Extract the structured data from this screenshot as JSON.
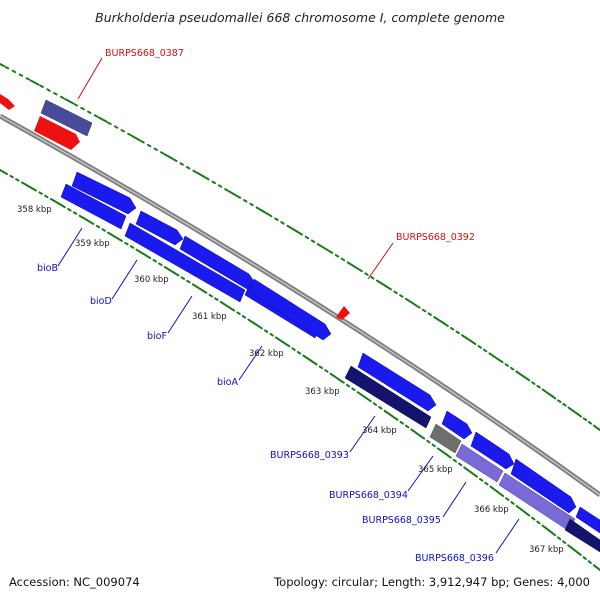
{
  "title": "Burkholderia pseudomallei 668 chromosome I, complete genome",
  "footer": {
    "accession": "Accession: NC_009074",
    "summary": "Topology: circular; Length: 3,912,947 bp; Genes: 4,000"
  },
  "colors": {
    "backbone": "#808080",
    "tick": "#1a7a1a",
    "gene_blue": "#1a1aee",
    "gene_navy": "#14146e",
    "gene_gray": "#6e6e6e",
    "gene_purple": "#7a6ad6",
    "gene_slate": "#4a4a9a",
    "gene_red": "#ee1111",
    "label_blue": "#1010c0",
    "label_red": "#d01010"
  },
  "scale_labels": [
    {
      "kbp": 358,
      "text": "358 kbp"
    },
    {
      "kbp": 359,
      "text": "359 kbp"
    },
    {
      "kbp": 360,
      "text": "360 kbp"
    },
    {
      "kbp": 361,
      "text": "361 kbp"
    },
    {
      "kbp": 362,
      "text": "362 kbp"
    },
    {
      "kbp": 363,
      "text": "363 kbp"
    },
    {
      "kbp": 364,
      "text": "364 kbp"
    },
    {
      "kbp": 365,
      "text": "365 kbp"
    },
    {
      "kbp": 366,
      "text": "366 kbp"
    },
    {
      "kbp": 367,
      "text": "367 kbp"
    }
  ],
  "gene_labels": [
    {
      "name": "BURPS668_0387",
      "color": "red"
    },
    {
      "name": "BURPS668_0392",
      "color": "red"
    },
    {
      "name": "bioB",
      "color": "blue"
    },
    {
      "name": "bioD",
      "color": "blue"
    },
    {
      "name": "bioF",
      "color": "blue"
    },
    {
      "name": "bioA",
      "color": "blue"
    },
    {
      "name": "BURPS668_0393",
      "color": "blue"
    },
    {
      "name": "BURPS668_0394",
      "color": "blue"
    },
    {
      "name": "BURPS668_0395",
      "color": "blue"
    },
    {
      "name": "BURPS668_0396",
      "color": "blue"
    }
  ]
}
